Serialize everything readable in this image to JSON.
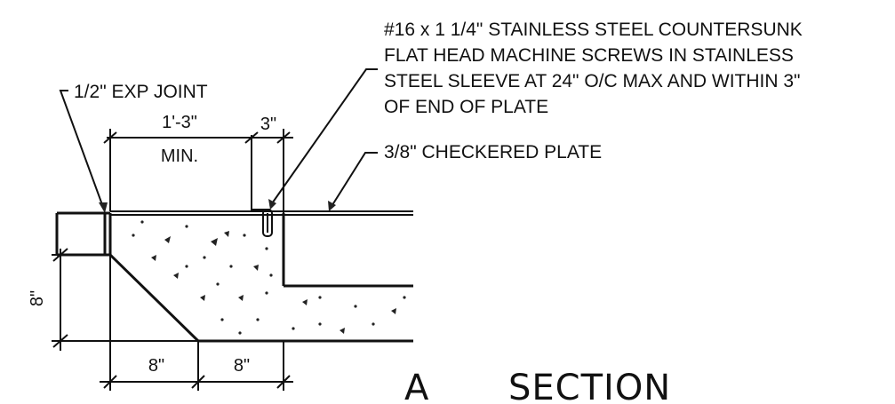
{
  "callouts": {
    "screws": [
      "#16 x 1 1/4\" STAINLESS STEEL COUNTERSUNK",
      "FLAT HEAD MACHINE SCREWS IN STAINLESS",
      "STEEL SLEEVE AT 24\" O/C MAX AND WITHIN 3\"",
      "OF END OF PLATE"
    ],
    "exp_joint": "1/2\" EXP JOINT",
    "plate": "3/8\" CHECKERED PLATE"
  },
  "dimensions": {
    "top_width": "1'-3\"",
    "top_width_note": "MIN.",
    "top_right": "3\"",
    "height": "8\"",
    "bottom_left": "8\"",
    "bottom_right": "8\""
  },
  "section": {
    "mark": "A",
    "label": "SECTION"
  }
}
